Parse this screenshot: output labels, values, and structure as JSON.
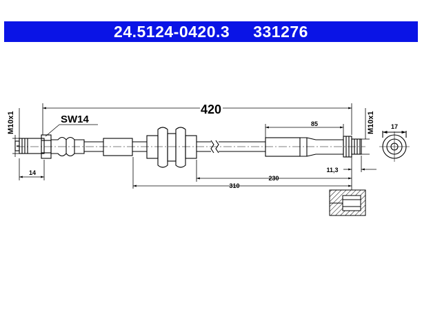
{
  "header": {
    "part_number": "24.5124-0420.3",
    "ref_number": "331276",
    "background": "#0a14e6",
    "text_color": "#ffffff"
  },
  "drawing": {
    "total_length": "420",
    "wrench_size": "SW14",
    "left_thread": "M10x1",
    "right_thread": "M10x1",
    "dim_left_stub": "14",
    "dim_right_end": "85",
    "dim_mid_right": "230",
    "dim_mid_left": "310",
    "dim_small": "11,3",
    "dim_diameter": "17"
  }
}
